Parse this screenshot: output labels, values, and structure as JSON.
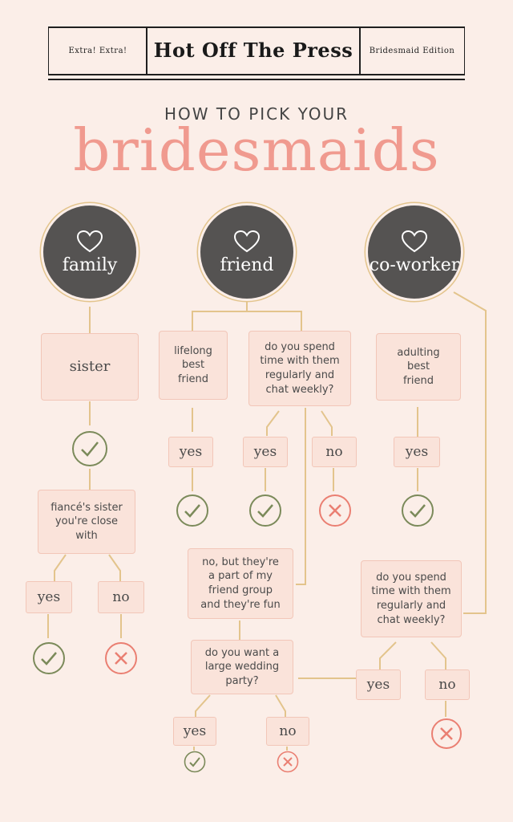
{
  "masthead": {
    "left": "Extra! Extra!",
    "title": "Hot Off The Press",
    "right": "Bridesmaid Edition"
  },
  "heading": {
    "subtitle": "HOW TO PICK YOUR",
    "title": "bridesmaids"
  },
  "categories": {
    "family": "family",
    "friend": "friend",
    "coworker": "co-worker"
  },
  "nodes": {
    "sister": "sister",
    "fiance_sister": "fiancé's sister you're close with",
    "lifelong": "lifelong best friend",
    "spend_time_friend": "do you spend time with them regularly and chat weekly?",
    "friend_group": "no, but they're a part of my friend group and they're fun",
    "large_party": "do you want a large wedding party?",
    "adulting": "adulting best friend",
    "spend_time_coworker": "do you spend time with them regularly and chat weekly?"
  },
  "answers": {
    "fiance_yes": "yes",
    "fiance_no": "no",
    "lifelong_yes": "yes",
    "spend_friend_yes": "yes",
    "spend_friend_no": "no",
    "adulting_yes": "yes",
    "coworker_yes": "yes",
    "coworker_no": "no",
    "party_yes": "yes",
    "party_no": "no"
  },
  "colors": {
    "background": "#fbeee8",
    "accent": "#f09a8f",
    "circle": "#555352",
    "box": "#fae3da",
    "connector": "#e3c48c",
    "check": "#7b8a5a",
    "cross": "#ea7f72"
  }
}
